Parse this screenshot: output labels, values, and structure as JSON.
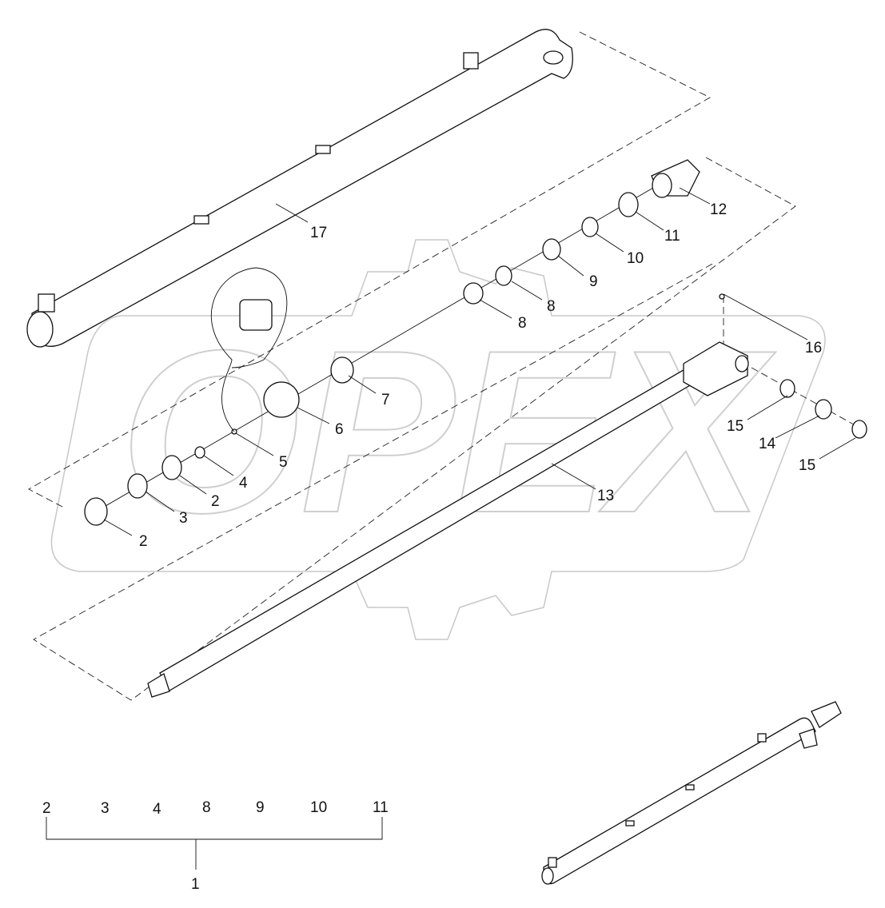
{
  "watermark": {
    "text": "OPEX"
  },
  "callouts": [
    "17",
    "12",
    "11",
    "10",
    "9",
    "8",
    "8",
    "16",
    "7",
    "6",
    "5",
    "4",
    "2",
    "3",
    "2",
    "13",
    "15",
    "14",
    "15"
  ],
  "kit": {
    "items": [
      "2",
      "3",
      "4",
      "8",
      "9",
      "10",
      "11"
    ],
    "parent": "1"
  }
}
